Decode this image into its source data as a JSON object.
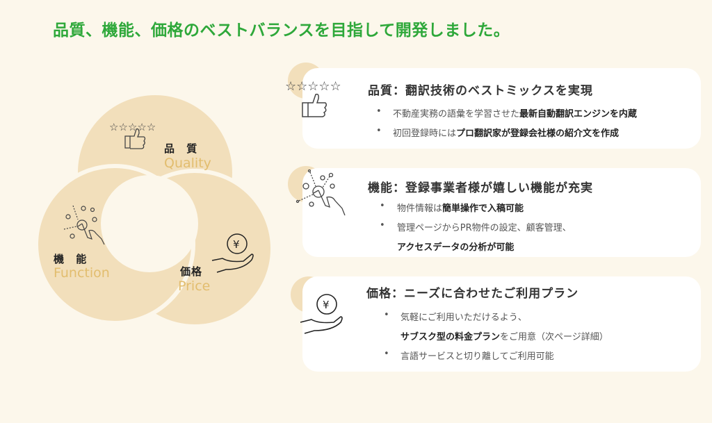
{
  "title": "品質、機能、価格のベストバランスを目指して開発しました。",
  "diagram": {
    "quality": {
      "jp": "品 質",
      "en": "Quality",
      "icon": "thumbs-up-stars-icon"
    },
    "function": {
      "jp": "機 能",
      "en": "Function",
      "icon": "touch-hand-icon"
    },
    "price": {
      "jp": "価格",
      "en": "Price",
      "icon": "yen-hand-icon"
    }
  },
  "cards": [
    {
      "title": "品質：翻訳技術のベストミックスを実現",
      "bullets": [
        {
          "normal": "不動産実務の語彙を学習させた",
          "bold": "最新自動翻訳エンジンを内蔵"
        },
        {
          "normal": "初回登録時には",
          "bold": "プロ翻訳家が登録会社様の紹介文を作成"
        }
      ]
    },
    {
      "title": "機能：登録事業者様が嬉しい機能が充実",
      "bullets": [
        {
          "normal": "物件情報は",
          "bold": "簡単操作で入稿可能"
        },
        {
          "normal": "管理ページからPR物件の設定、顧客管理、",
          "bold2": "アクセスデータの分析が可能"
        }
      ]
    },
    {
      "title": "価格：ニーズに合わせたご利用プラン",
      "bullets": [
        {
          "normal": "気軽にご利用いただけるよう、",
          "bold2": "サブスク型の料金プラン",
          "tail": "をご用意（次ページ詳細）"
        },
        {
          "normal": "言語サービスと切り離してご利用可能"
        }
      ]
    }
  ],
  "bullet_char": "•",
  "colors": {
    "title": "#2ea83a",
    "circle": "#f2dfbb",
    "accent": "#e2bd6e",
    "background": "#fcf7eb"
  }
}
